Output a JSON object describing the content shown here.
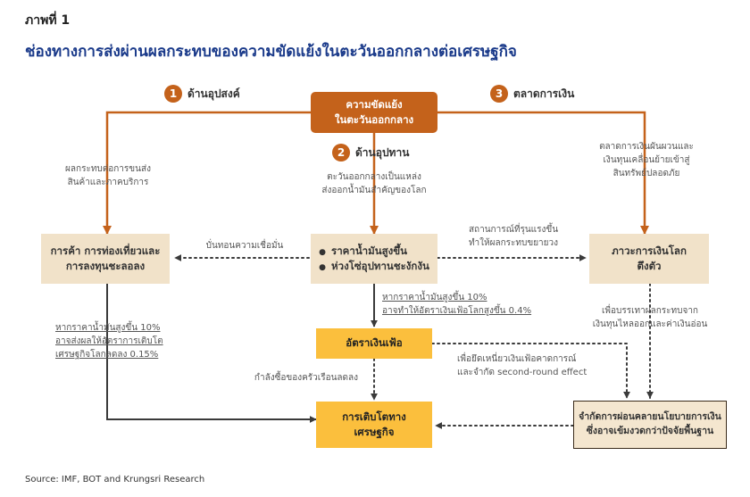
{
  "figure_label": "ภาพที่ 1",
  "title": "ช่องทางการส่งผ่านผลกระทบของความขัดแย้งในตะวันออกกลางต่อเศรษฐกิจ",
  "source": "Source: IMF, BOT and Krungsri Research",
  "colors": {
    "primary_orange": "#c4621b",
    "beige": "#f1e2c9",
    "yellow": "#fbbf3d",
    "title_blue": "#1a3a8a",
    "dark_line": "#3a3a3a"
  },
  "steps": [
    {
      "number": "1",
      "label": "ด้านอุปสงค์"
    },
    {
      "number": "2",
      "label": "ด้านอุปทาน"
    },
    {
      "number": "3",
      "label": "ตลาดการเงิน"
    }
  ],
  "boxes": {
    "conflict": [
      "ความขัดแย้ง",
      "ในตะวันออกกลาง"
    ],
    "trade": [
      "การค้า การท่องเที่ยวและ",
      "การลงทุนชะลอลง"
    ],
    "oil": [
      "ราคาน้ำมันสูงขึ้น",
      "ห่วงโซ่อุปทานชะงักงัน"
    ],
    "finance": [
      "ภาวะการเงินโลก",
      "ตึงตัว"
    ],
    "inflation": [
      "อัตราเงินเฟ้อ"
    ],
    "growth": [
      "การเติบโตทาง",
      "เศรษฐกิจ"
    ],
    "policy": [
      "จำกัดการผ่อนคลายนโยบายการเงิน",
      "ซึ่งอาจเข้มงวดกว่าปัจจัยพื้นฐาน"
    ]
  },
  "notes": {
    "demand": [
      "ผลกระทบต่อการขนส่ง",
      "สินค้าและภาคบริการ"
    ],
    "supply": [
      "ตะวันออกกลางเป็นแหล่ง",
      "ส่งออกน้ำมันสำคัญของโลก"
    ],
    "market": [
      "ตลาดการเงินผันผวนและ",
      "เงินทุนเคลื่อนย้ายเข้าสู่",
      "สินทรัพย์ปลอดภัย"
    ],
    "confidence": [
      "บั่นทอนความเชื่อมั่น"
    ],
    "escalation": [
      "สถานการณ์ที่รุนแรงขึ้น",
      "ทำให้ผลกระทบขยายวง"
    ],
    "inflation_effect": [
      "หากราคาน้ำมันสูงขึ้น 10%",
      "อาจทำให้อัตราเงินเฟ้อโลกสูงขึ้น 0.4%"
    ],
    "growth_effect": [
      "หากราคาน้ำมันสูงขึ้น 10%",
      "อาจส่งผลให้อัตราการเติบโต",
      "เศรษฐกิจโลกลดลง 0.15%"
    ],
    "purchasing": [
      "กำลังซื้อของครัวเรือนลดลง"
    ],
    "expectations": [
      "เพื่อยึดเหนี่ยวเงินเฟ้อคาดการณ์",
      "และจำกัด second-round effect"
    ],
    "capital_outflow": [
      "เพื่อบรรเทาผลกระทบจาก",
      "เงินทุนไหลออกและค่าเงินอ่อน"
    ]
  }
}
